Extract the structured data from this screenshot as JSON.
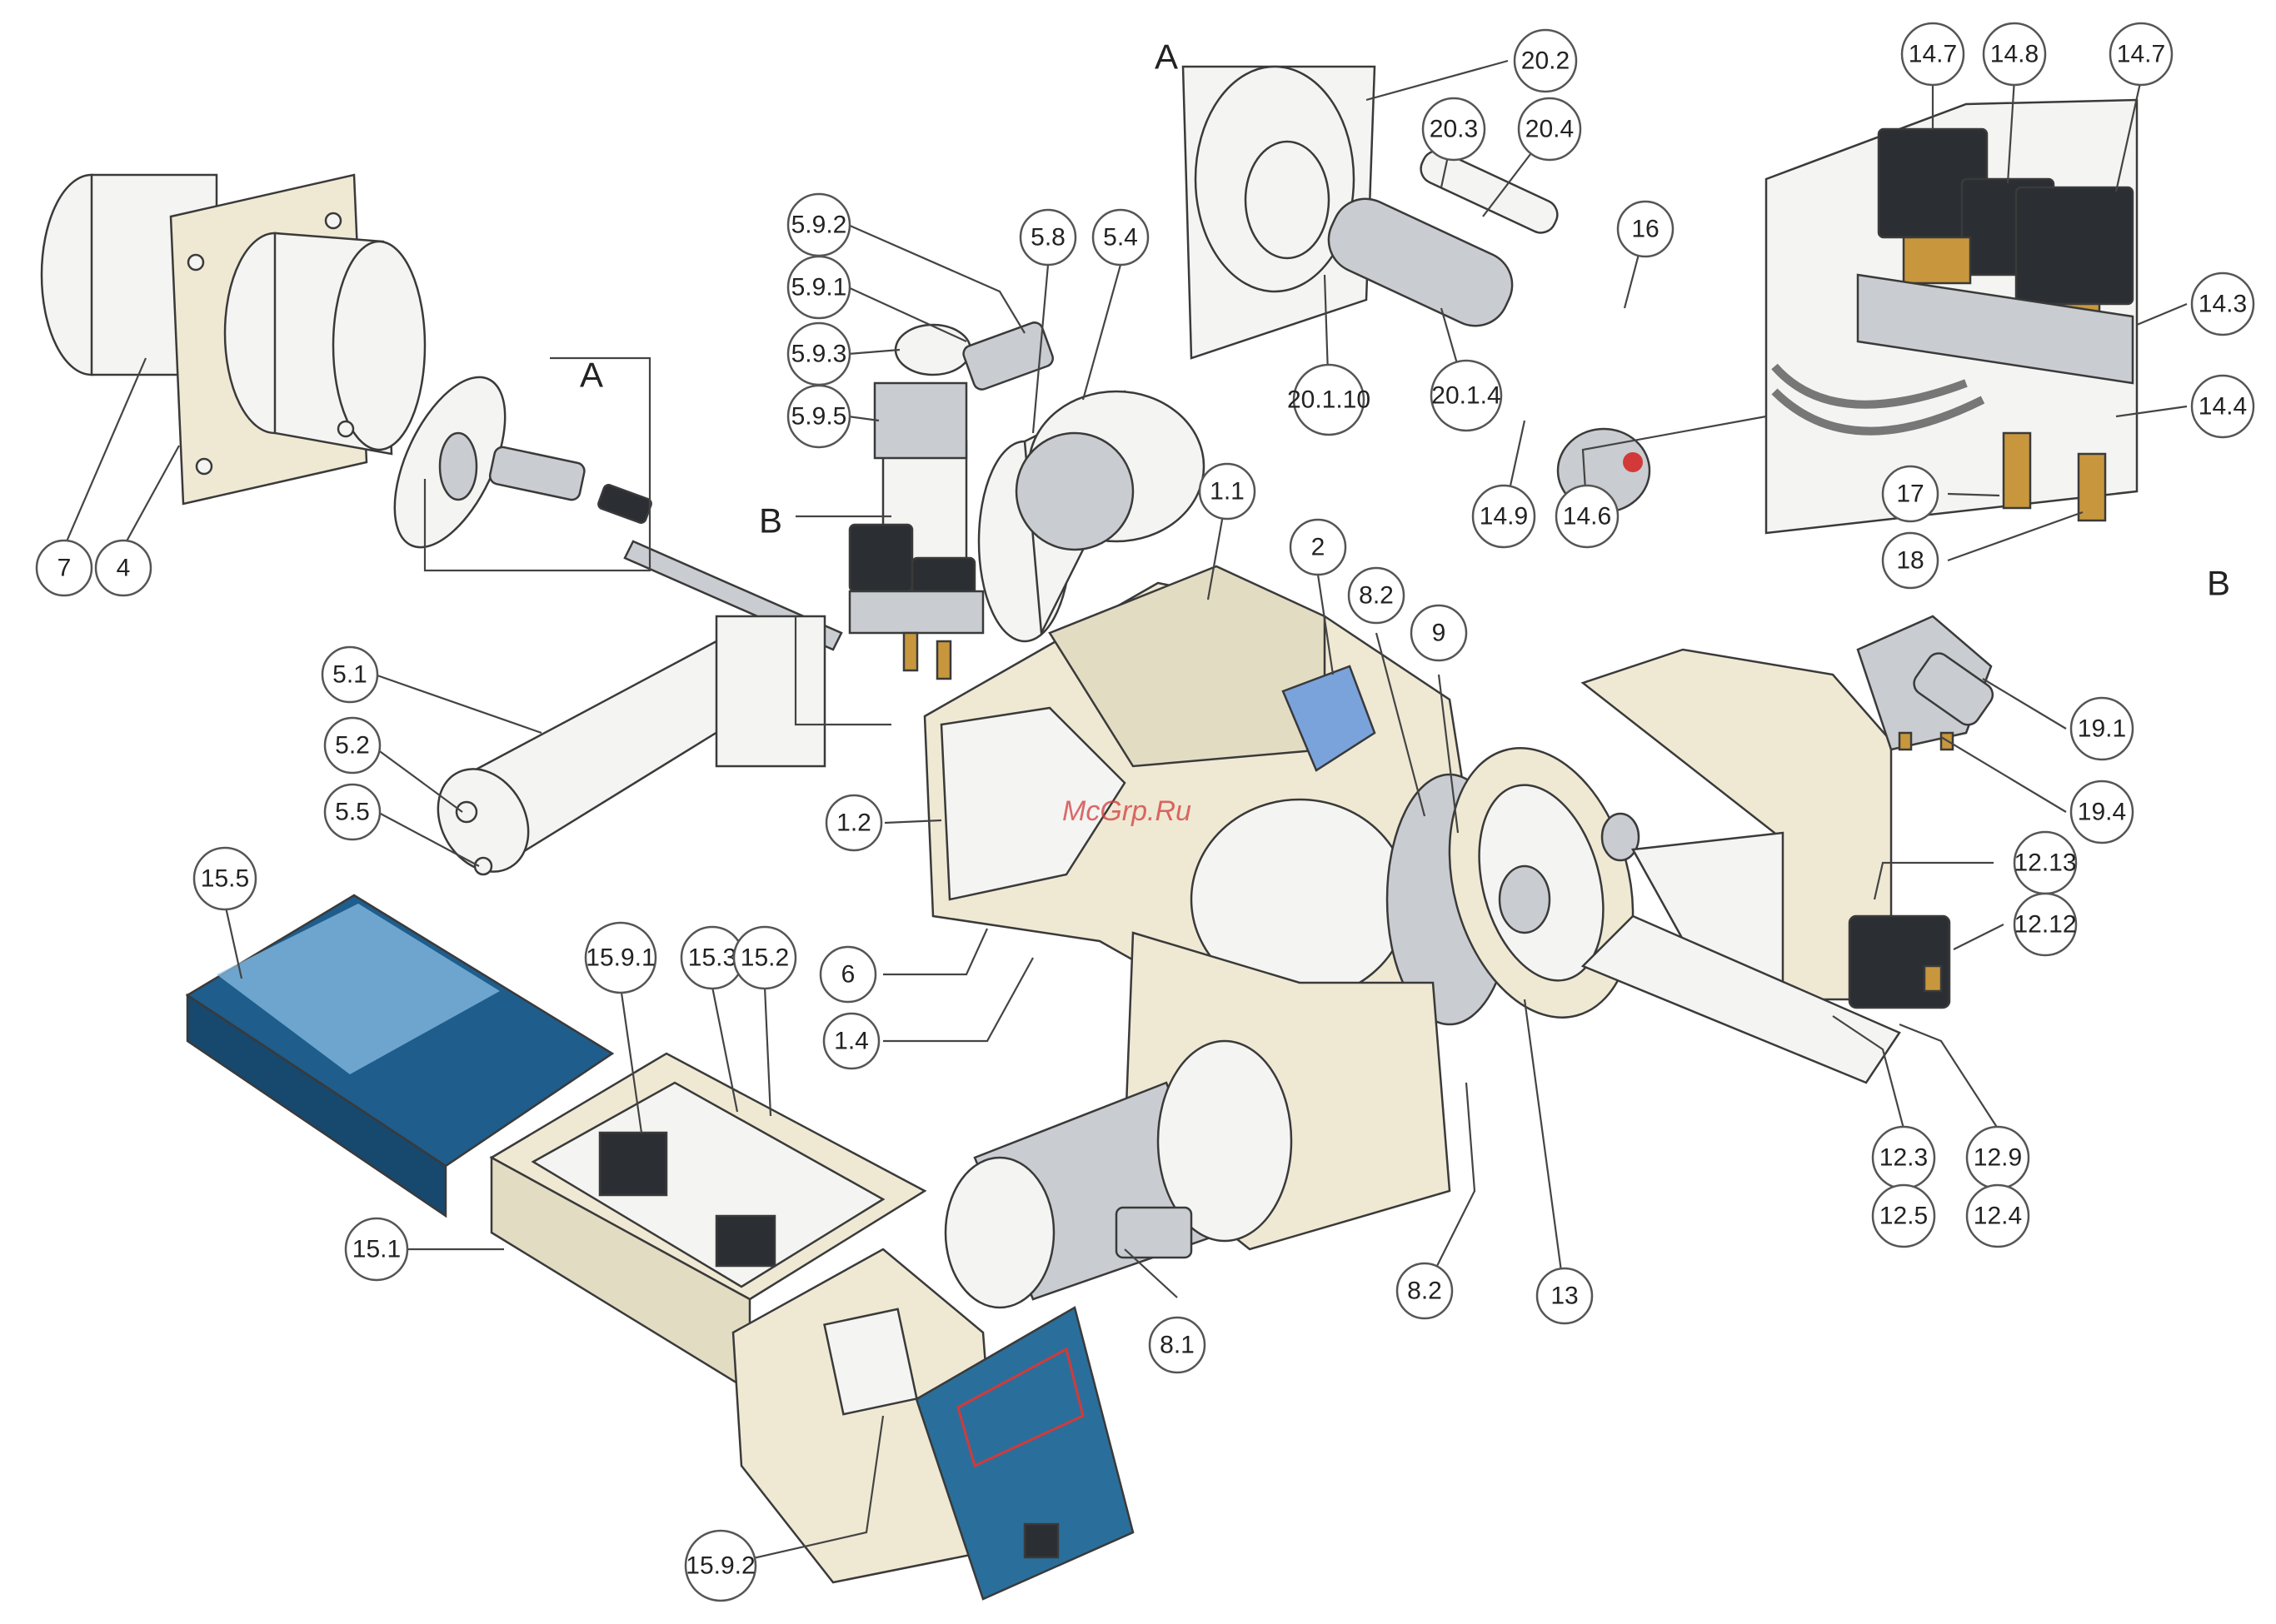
{
  "diagram": {
    "section_labels": [
      {
        "id": "sec-a-main",
        "text": "A"
      },
      {
        "id": "sec-a-inset",
        "text": "A"
      },
      {
        "id": "sec-b-main",
        "text": "B"
      },
      {
        "id": "sec-b-inset",
        "text": "B"
      }
    ],
    "watermark": "McGrp.Ru",
    "callouts": [
      {
        "id": "c-7",
        "label": "7"
      },
      {
        "id": "c-4",
        "label": "4"
      },
      {
        "id": "c-5-1",
        "label": "5.1"
      },
      {
        "id": "c-5-2",
        "label": "5.2"
      },
      {
        "id": "c-5-5",
        "label": "5.5"
      },
      {
        "id": "c-5-9-2",
        "label": "5.9.2"
      },
      {
        "id": "c-5-9-1",
        "label": "5.9.1"
      },
      {
        "id": "c-5-9-3",
        "label": "5.9.3"
      },
      {
        "id": "c-5-9-5",
        "label": "5.9.5"
      },
      {
        "id": "c-5-8",
        "label": "5.8"
      },
      {
        "id": "c-5-4",
        "label": "5.4"
      },
      {
        "id": "c-1-1",
        "label": "1.1"
      },
      {
        "id": "c-2",
        "label": "2"
      },
      {
        "id": "c-8-2-top",
        "label": "8.2"
      },
      {
        "id": "c-9",
        "label": "9"
      },
      {
        "id": "c-1-2",
        "label": "1.2"
      },
      {
        "id": "c-6",
        "label": "6"
      },
      {
        "id": "c-1-4",
        "label": "1.4"
      },
      {
        "id": "c-15-5",
        "label": "15.5"
      },
      {
        "id": "c-15-9-1",
        "label": "15.9.1"
      },
      {
        "id": "c-15-3",
        "label": "15.3"
      },
      {
        "id": "c-15-2",
        "label": "15.2"
      },
      {
        "id": "c-15-1",
        "label": "15.1"
      },
      {
        "id": "c-15-9-2",
        "label": "15.9.2"
      },
      {
        "id": "c-8-1",
        "label": "8.1"
      },
      {
        "id": "c-8-2-bottom",
        "label": "8.2"
      },
      {
        "id": "c-13",
        "label": "13"
      },
      {
        "id": "c-20-2",
        "label": "20.2"
      },
      {
        "id": "c-20-3",
        "label": "20.3"
      },
      {
        "id": "c-20-4",
        "label": "20.4"
      },
      {
        "id": "c-16",
        "label": "16"
      },
      {
        "id": "c-20-1-10",
        "label": "20.1.10"
      },
      {
        "id": "c-20-1-4",
        "label": "20.1.4"
      },
      {
        "id": "c-14-9",
        "label": "14.9"
      },
      {
        "id": "c-14-6",
        "label": "14.6"
      },
      {
        "id": "c-14-7-left",
        "label": "14.7"
      },
      {
        "id": "c-14-8",
        "label": "14.8"
      },
      {
        "id": "c-14-7-right",
        "label": "14.7"
      },
      {
        "id": "c-14-3",
        "label": "14.3"
      },
      {
        "id": "c-14-4",
        "label": "14.4"
      },
      {
        "id": "c-17",
        "label": "17"
      },
      {
        "id": "c-18",
        "label": "18"
      },
      {
        "id": "c-19-1",
        "label": "19.1"
      },
      {
        "id": "c-19-4",
        "label": "19.4"
      },
      {
        "id": "c-12-13",
        "label": "12.13"
      },
      {
        "id": "c-12-12",
        "label": "12.12"
      },
      {
        "id": "c-12-3",
        "label": "12.3"
      },
      {
        "id": "c-12-5",
        "label": "12.5"
      },
      {
        "id": "c-12-9",
        "label": "12.9"
      },
      {
        "id": "c-12-4",
        "label": "12.4"
      }
    ]
  }
}
